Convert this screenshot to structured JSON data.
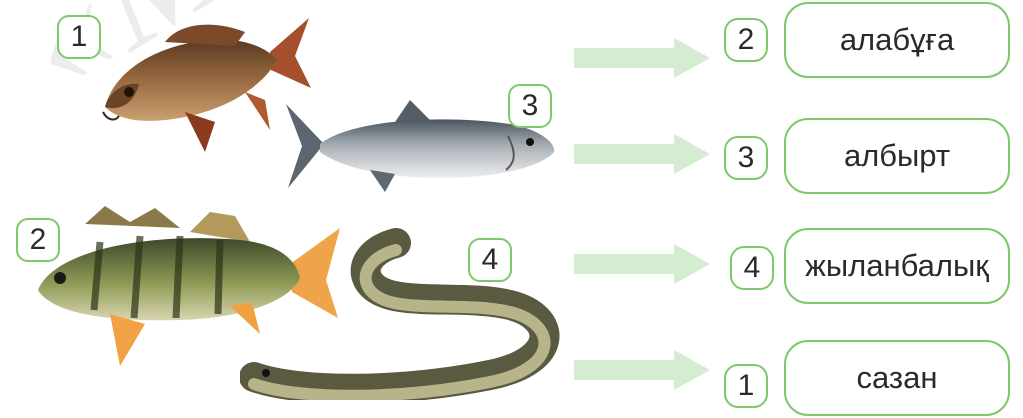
{
  "fish_numbers": [
    "1",
    "3",
    "2",
    "4"
  ],
  "rows": [
    {
      "number": "2",
      "label": "алабұға"
    },
    {
      "number": "3",
      "label": "албырт"
    },
    {
      "number": "4",
      "label": "жыланбалық"
    },
    {
      "number": "1",
      "label": "сазан"
    }
  ],
  "icons": {
    "carp": "carp-fish-icon",
    "salmon": "salmon-fish-icon",
    "perch": "perch-fish-icon",
    "eel": "eel-fish-icon",
    "arrow": "arrow-right-icon"
  },
  "colors": {
    "accent_border": "#7cc86a",
    "arrow_fill": "#d4ecd0"
  }
}
